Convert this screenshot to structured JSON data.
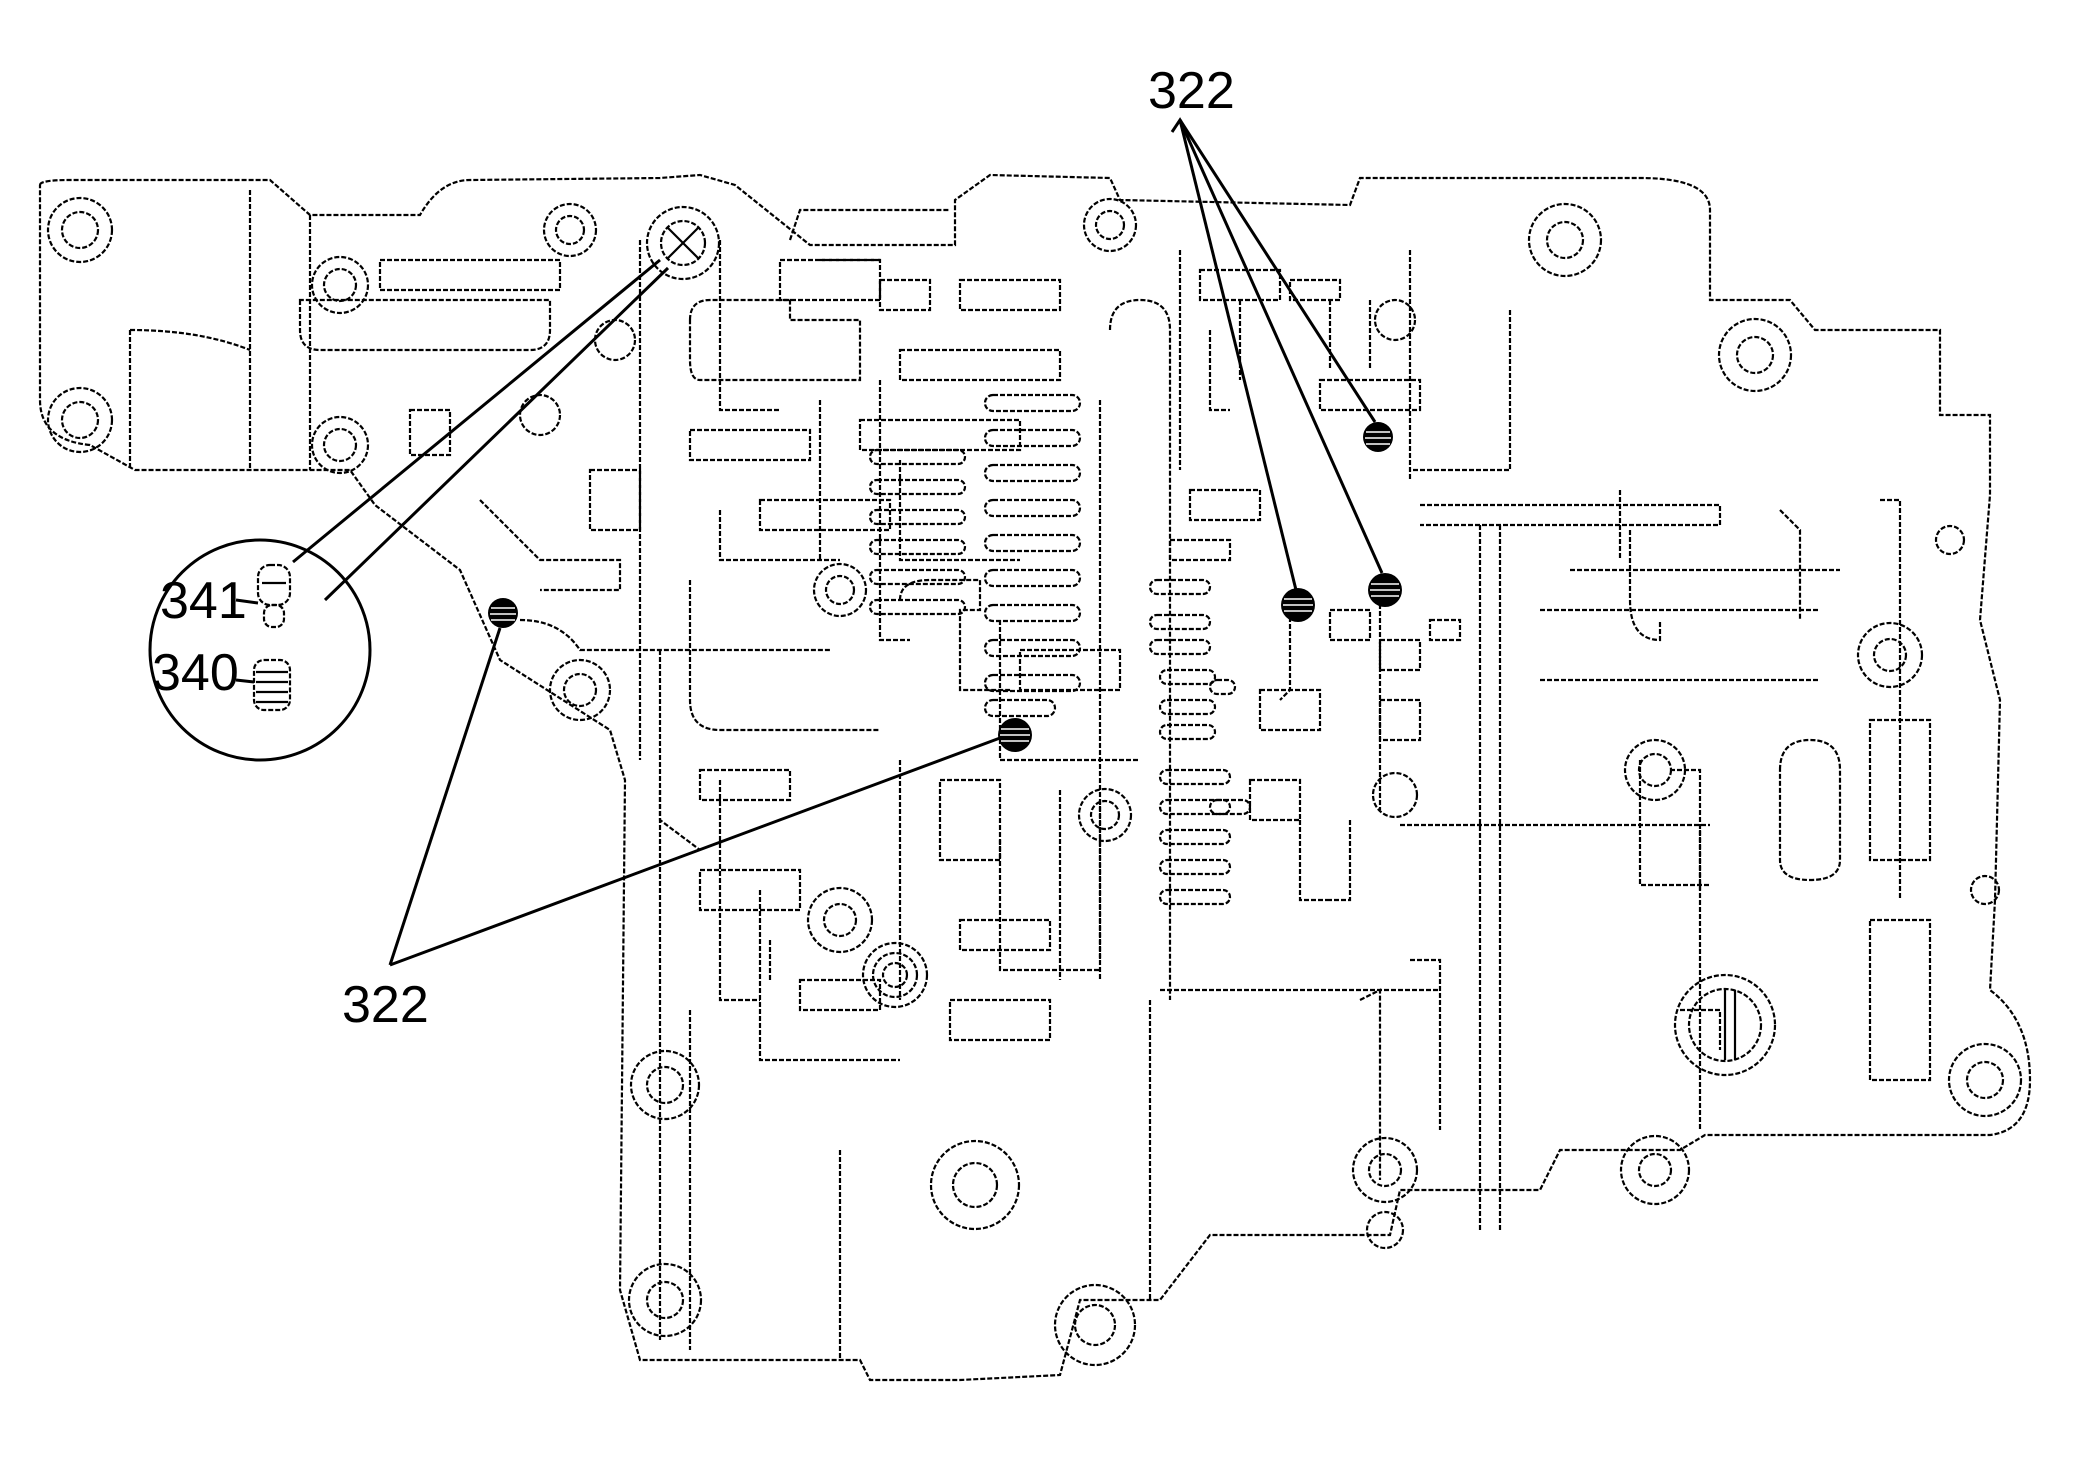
{
  "diagram": {
    "callouts": {
      "top_322": "322",
      "bottom_322": "322",
      "label_341": "341",
      "label_340": "340"
    },
    "colors": {
      "line": "#000000",
      "background": "#ffffff"
    }
  }
}
